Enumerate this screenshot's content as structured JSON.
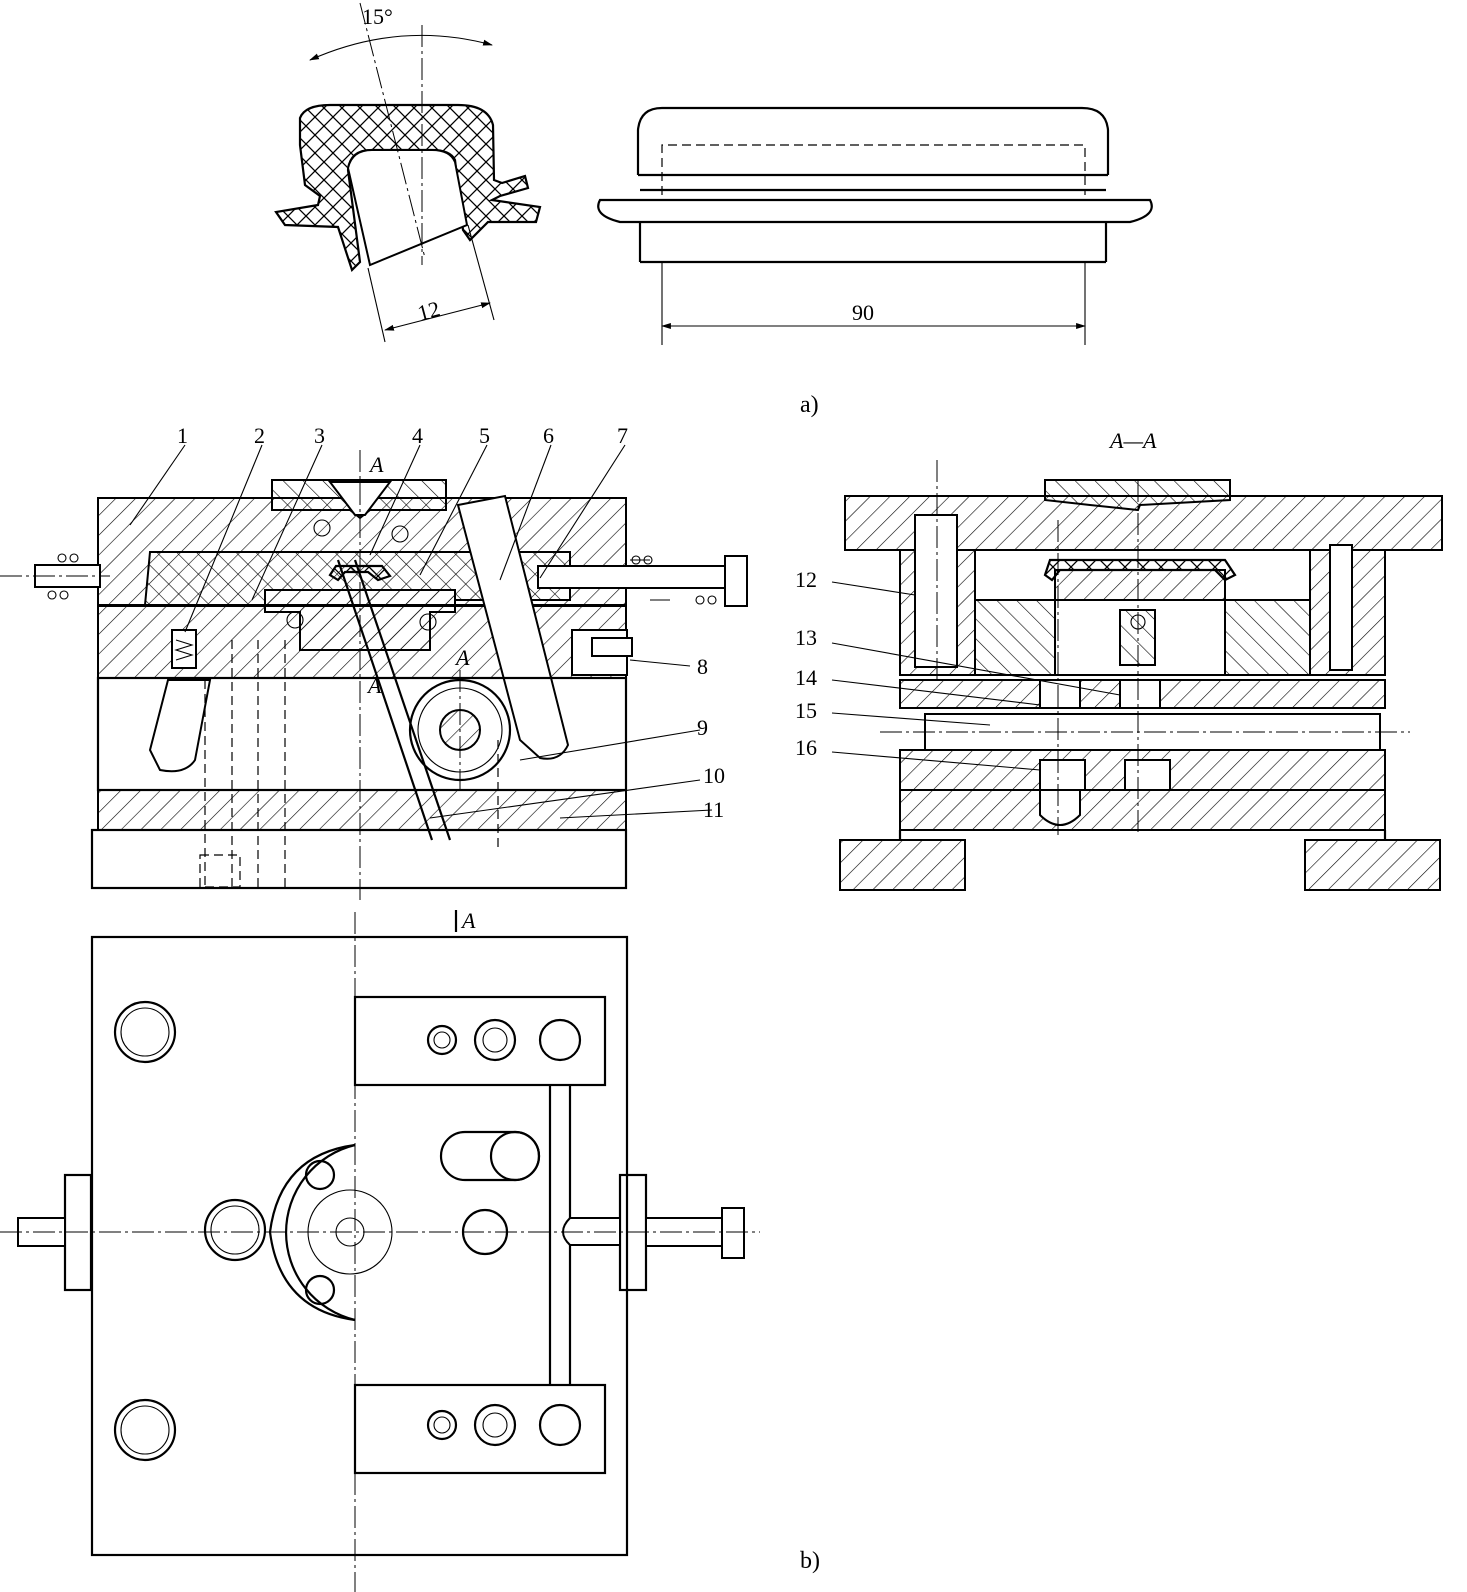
{
  "figure_a": {
    "caption": "a)",
    "angle_label": "15°",
    "width_dim": "12",
    "length_dim": "90"
  },
  "figure_b": {
    "caption": "b)",
    "section_mark_top": "A",
    "section_mark_side": "A",
    "section_mark_side2": "A",
    "section_mark_plan": "A",
    "section_title": "A—A"
  },
  "part_labels": [
    "1",
    "2",
    "3",
    "4",
    "5",
    "6",
    "7",
    "8",
    "9",
    "10",
    "11",
    "12",
    "13",
    "14",
    "15",
    "16"
  ]
}
